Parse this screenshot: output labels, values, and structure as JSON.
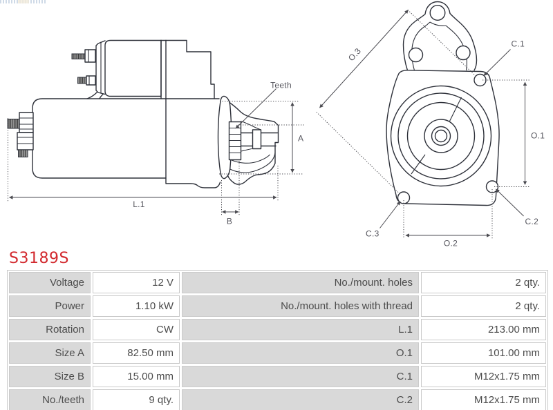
{
  "part_number": "S3189S",
  "colors": {
    "part_number_red": "#d2292e",
    "table_label_bg": "#d9d9d9",
    "table_value_bg": "#ffffff",
    "table_border": "#c9c9c9",
    "table_text": "#4c4c4c",
    "drawing_outline": "#2d3039",
    "dimension_lines": "#4a4a50"
  },
  "diagram": {
    "description": "starter-motor technical drawing: side view (left) and mounting flange front view (right)",
    "labels": {
      "teeth": "Teeth",
      "A": "A",
      "B": "B",
      "L1": "L.1",
      "O1": "O.1",
      "O2": "O.2",
      "O3": "O.3",
      "C1": "C.1",
      "C2": "C.2",
      "C3": "C.3"
    }
  },
  "table": {
    "rows": [
      [
        "Voltage",
        "12 V",
        "No./mount. holes",
        "2 qty."
      ],
      [
        "Power",
        "1.10 kW",
        "No./mount. holes with thread",
        "2 qty."
      ],
      [
        "Rotation",
        "CW",
        "L.1",
        "213.00 mm"
      ],
      [
        "Size A",
        "82.50 mm",
        "O.1",
        "101.00 mm"
      ],
      [
        "Size B",
        "15.00 mm",
        "C.1",
        "M12x1.75 mm"
      ],
      [
        "No./teeth",
        "9 qty.",
        "C.2",
        "M12x1.75 mm"
      ]
    ]
  }
}
